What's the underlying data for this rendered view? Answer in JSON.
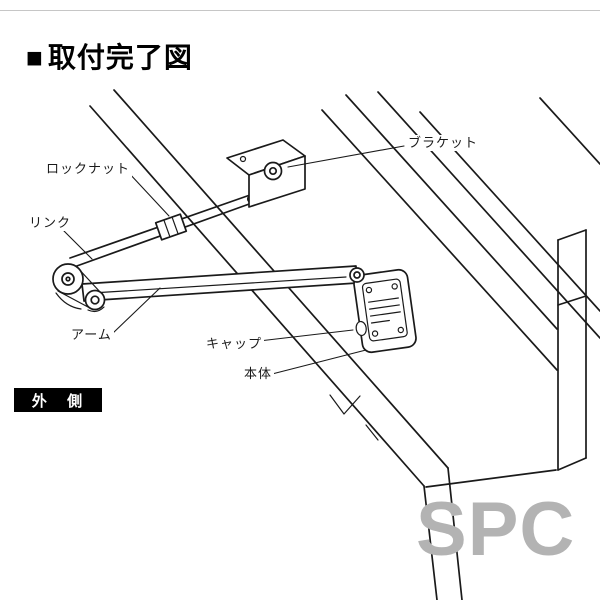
{
  "header": {
    "bullet": "■",
    "title": "取付完了図"
  },
  "diagram": {
    "labels": {
      "lock_nut": "ロックナット",
      "bracket": "ブラケット",
      "link": "リンク",
      "arm": "アーム",
      "cap": "キャップ",
      "body": "本体"
    },
    "side_badge": "外 側"
  },
  "watermark": "SPC",
  "colors": {
    "line": "#1a1a1a",
    "watermark_gray": "#b3b3b3",
    "badge_bg": "#000000",
    "badge_text": "#ffffff"
  }
}
